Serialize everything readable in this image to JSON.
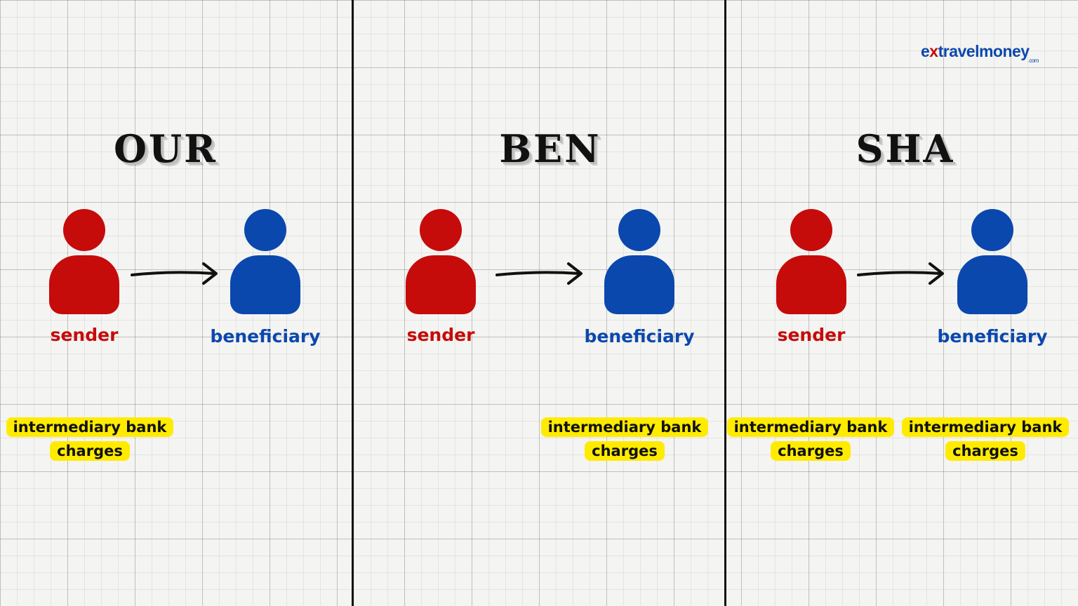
{
  "logo": {
    "pre": "e",
    "accent": "x",
    "post": "travelmoney",
    "suffix": ".com"
  },
  "panels": [
    {
      "title": "OUR",
      "sender_label": "sender",
      "beneficiary_label": "beneficiary",
      "charges": [
        {
          "line1": "intermediary bank",
          "line2": "charges",
          "side": "sender"
        }
      ]
    },
    {
      "title": "BEN",
      "sender_label": "sender",
      "beneficiary_label": "beneficiary",
      "charges": [
        {
          "line1": "intermediary bank",
          "line2": "charges",
          "side": "beneficiary"
        }
      ]
    },
    {
      "title": "SHA",
      "sender_label": "sender",
      "beneficiary_label": "beneficiary",
      "charges": [
        {
          "line1": "intermediary bank",
          "line2": "charges",
          "side": "sender"
        },
        {
          "line1": "intermediary bank",
          "line2": "charges",
          "side": "beneficiary"
        }
      ]
    }
  ],
  "colors": {
    "sender": "#c60b0b",
    "beneficiary": "#0b48ad",
    "charge_highlight": "#ffeb00",
    "divider": "#111111"
  },
  "icons": {
    "person": "person-icon",
    "arrow": "arrow-right-icon"
  }
}
